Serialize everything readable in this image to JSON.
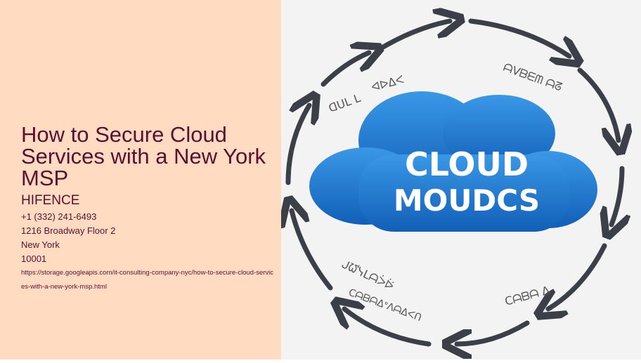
{
  "page": {
    "title": "How to Secure Cloud Services with a New York MSP",
    "company": "HIFENCE",
    "phone": "+1 (332) 241-6493",
    "address": "1216 Broadway Floor 2",
    "city": "New York",
    "zip": "10001",
    "url": "https://storage.googleapis.com/it-consulting-company-nyc/how-to-secure-cloud-services-with-a-new-york-msp.html"
  },
  "illustration": {
    "cloud_line1": "CLOUD",
    "cloud_line2": "MOUDCS",
    "labels": [
      "ᗡᑌᒪ ᒪ",
      "ᐊᐅᐃᐸ",
      "ᗩᐯᗷᗴᗰ ᗩᘔ",
      "ᒍᘺᓭᒪᗩᐴᐖ",
      "Cᗩᗷᗩᐃᐤᐱᗩᐃᐸᑎ",
      "Cᗩᗷᗩ ᐃ"
    ],
    "colors": {
      "cloud": "#1f78d1",
      "arrows": "#3a3f48",
      "background": "#ffdcc1",
      "text": "#5b0f2e"
    }
  }
}
